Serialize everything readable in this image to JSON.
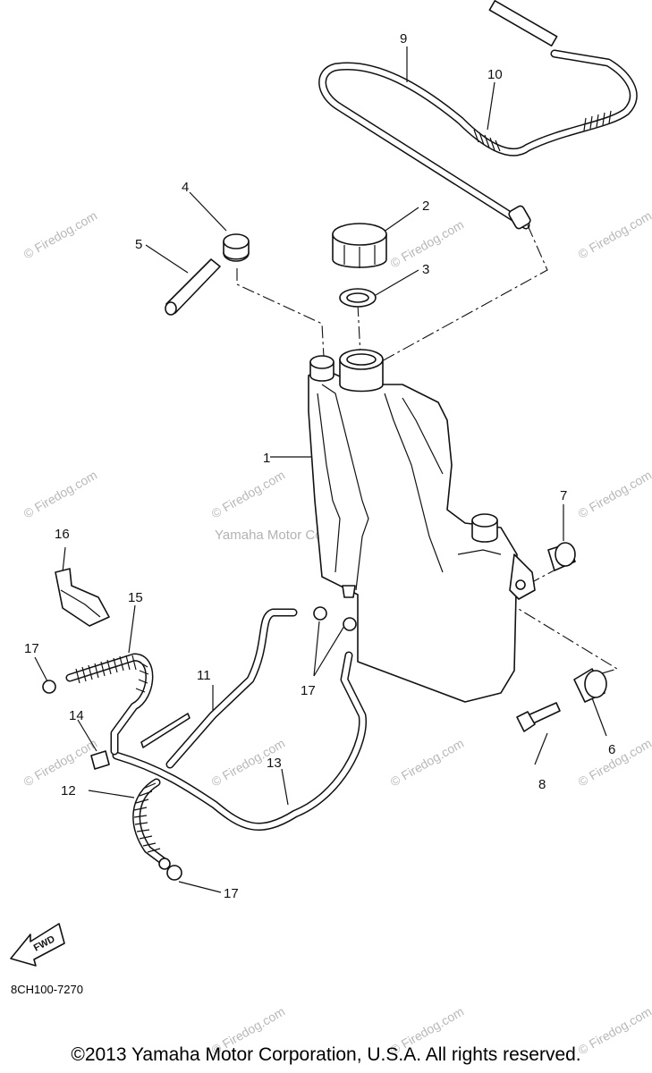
{
  "diagram": {
    "callouts": [
      "1",
      "2",
      "3",
      "4",
      "5",
      "6",
      "7",
      "8",
      "9",
      "10",
      "11",
      "12",
      "13",
      "14",
      "15",
      "16",
      "17",
      "17",
      "17"
    ],
    "fwd_label": "FWD",
    "center_watermark": "Yamaha Motor Corp., U.S.A.",
    "watermark_text": "© Firedog.com",
    "part_code": "8CH100-7270"
  },
  "footer": {
    "copyright": "©2013 Yamaha Motor Corporation, U.S.A. All rights reserved."
  }
}
